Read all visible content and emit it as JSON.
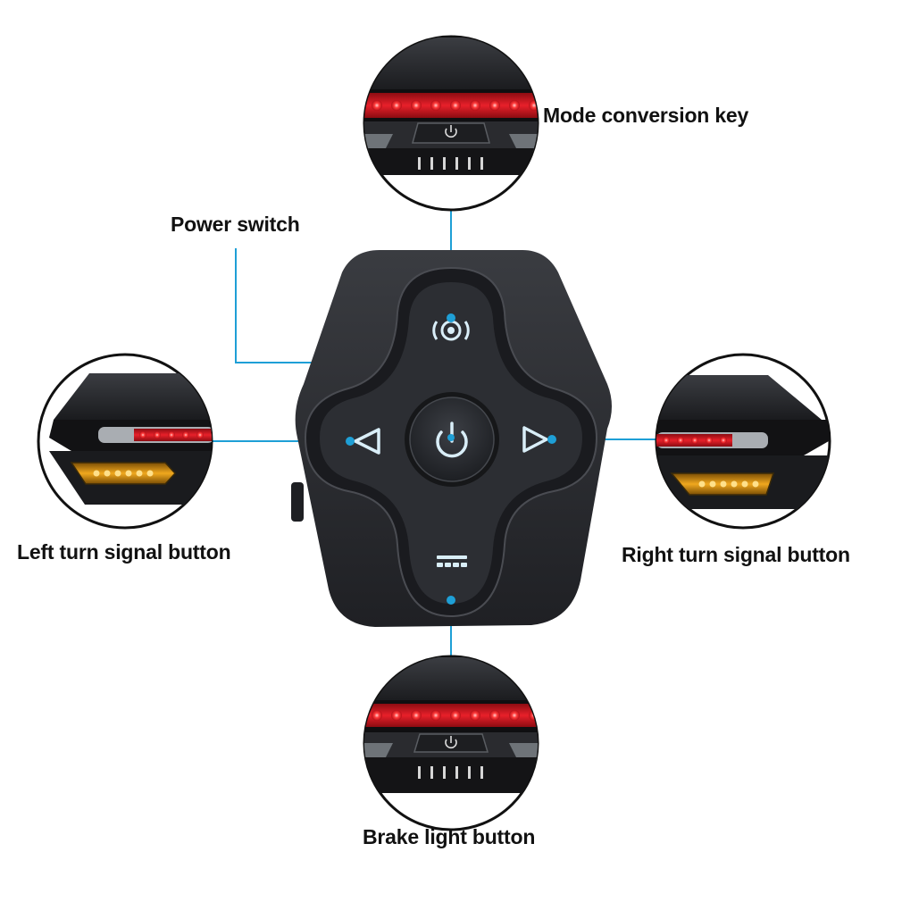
{
  "labels": {
    "mode_conversion_key": "Mode conversion key",
    "power_switch": "Power switch",
    "left_turn_signal_button": "Left turn signal button",
    "right_turn_signal_button": "Right turn signal button",
    "brake_light_button": "Brake light button"
  },
  "colors": {
    "callout_line": "#1e9fd6",
    "led_red": "#e8202a",
    "led_amber": "#e5a21b",
    "device_body": "#2b2d31",
    "button_icon": "#d9eef8"
  },
  "icons": {
    "mode_key": "mode-ring-icon",
    "power": "power-icon",
    "left": "triangle-left-icon",
    "right": "triangle-right-icon",
    "brake": "brake-bars-icon",
    "lamp_power": "power-icon"
  }
}
